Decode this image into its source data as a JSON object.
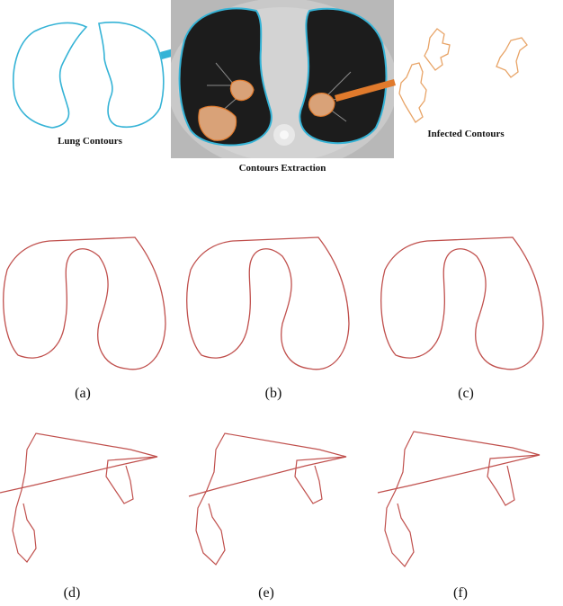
{
  "top_labels": {
    "lung": "Lung Contours",
    "extraction": "Contours Extraction",
    "infected": "Infected Contours"
  },
  "sublabels": [
    "(a)",
    "(b)",
    "(c)",
    "(d)",
    "(e)",
    "(f)"
  ],
  "colors": {
    "lung_contour": "#35b3d6",
    "infected_contour": "#e8a467",
    "arrow_lung": "#35b3d6",
    "arrow_infected": "#e07a2c",
    "sampled_contour": "#c0504d"
  }
}
